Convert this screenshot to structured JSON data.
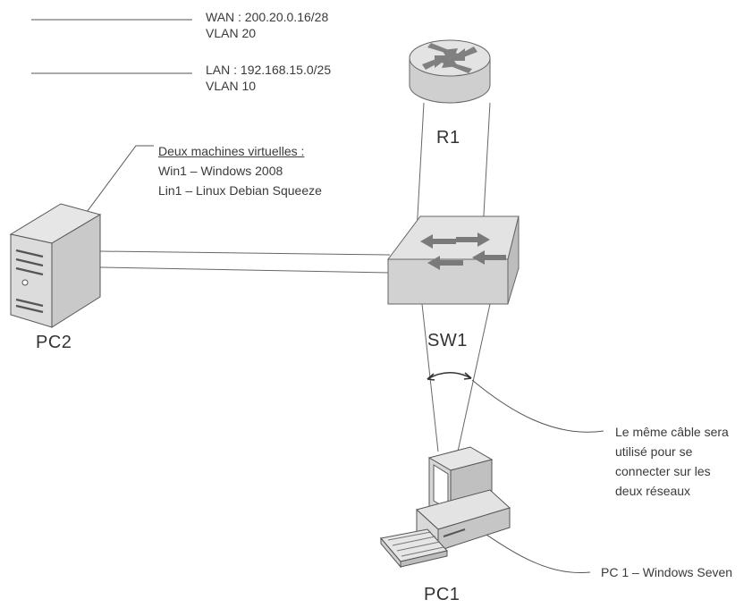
{
  "legend": {
    "wan": {
      "network": "WAN : 200.20.0.16/28",
      "vlan": "VLAN 20"
    },
    "lan": {
      "network": "LAN : 192.168.15.0/25",
      "vlan": "VLAN 10"
    }
  },
  "nodes": {
    "router": "R1",
    "switch": "SW1",
    "server": "PC2",
    "client": "PC1"
  },
  "notes": {
    "vm_title": "Deux machines virtuelles :",
    "vm_1": "Win1 – Windows 2008",
    "vm_2": "Lin1 – Linux Debian Squeeze",
    "cable_1": "Le même câble sera",
    "cable_2": "utilisé pour se",
    "cable_3": "connecter sur les",
    "cable_4": "deux réseaux",
    "pc1_label": "PC 1 – Windows Seven"
  }
}
